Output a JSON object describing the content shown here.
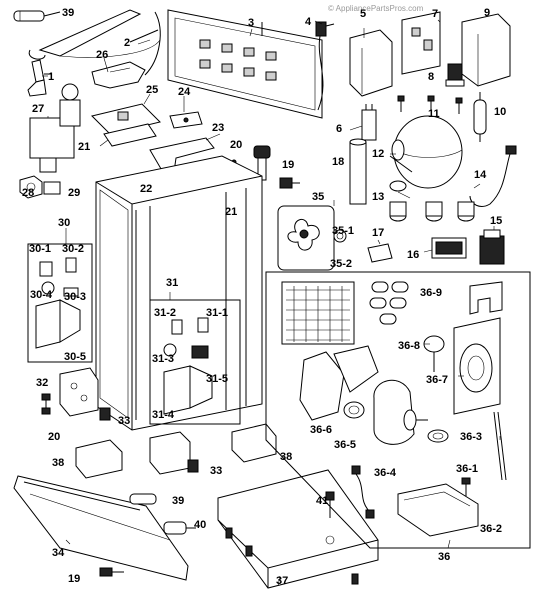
{
  "watermark": "© AppliancePartsPros.com",
  "labels": {
    "p1": "1",
    "p2": "2",
    "p3": "3",
    "p4": "4",
    "p5": "5",
    "p6": "6",
    "p7": "7",
    "p8": "8",
    "p9": "9",
    "p10": "10",
    "p11": "11",
    "p12": "12",
    "p13": "13",
    "p14": "14",
    "p15": "15",
    "p16": "16",
    "p17": "17",
    "p18": "18",
    "p19a": "19",
    "p19b": "19",
    "p20a": "20",
    "p20b": "20",
    "p21a": "21",
    "p21b": "21",
    "p22": "22",
    "p23": "23",
    "p24": "24",
    "p25": "25",
    "p26": "26",
    "p27": "27",
    "p28": "28",
    "p29": "29",
    "p30": "30",
    "p30_1": "30-1",
    "p30_2": "30-2",
    "p30_3": "30-3",
    "p30_4": "30-4",
    "p30_5": "30-5",
    "p31": "31",
    "p31_1": "31-1",
    "p31_2": "31-2",
    "p31_3": "31-3",
    "p31_4": "31-4",
    "p31_5": "31-5",
    "p32": "32",
    "p33a": "33",
    "p33b": "33",
    "p34": "34",
    "p35": "35",
    "p35_1": "35-1",
    "p35_2": "35-2",
    "p36": "36",
    "p36_1": "36-1",
    "p36_2": "36-2",
    "p36_3": "36-3",
    "p36_4": "36-4",
    "p36_5": "36-5",
    "p36_6": "36-6",
    "p36_7": "36-7",
    "p36_8": "36-8",
    "p36_9": "36-9",
    "p37": "37",
    "p38a": "38",
    "p38b": "38",
    "p39a": "39",
    "p39b": "39",
    "p40": "40",
    "p41": "41"
  }
}
